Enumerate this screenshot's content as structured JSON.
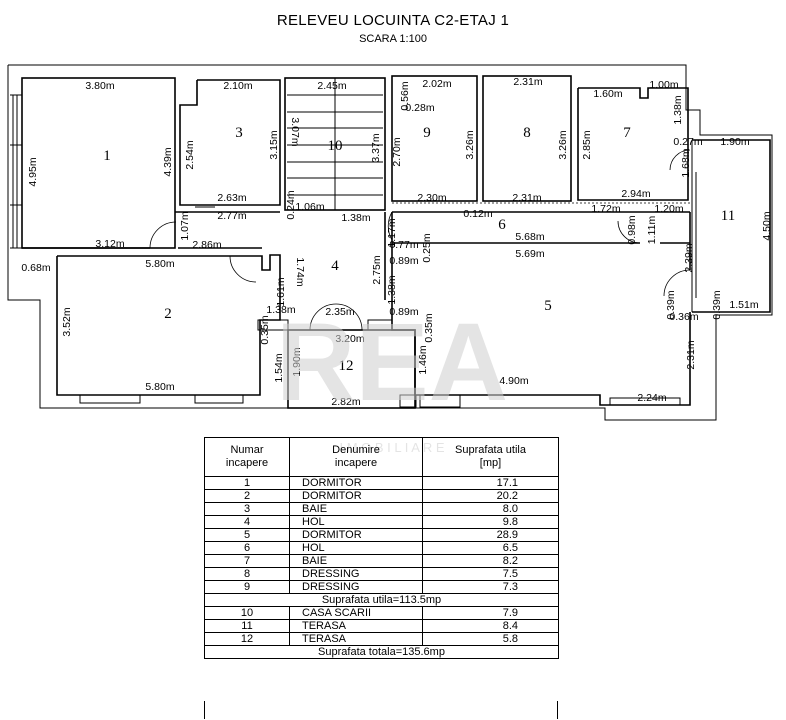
{
  "header": {
    "title": "RELEVEU LOCUINTA  C2-ETAJ 1",
    "scale": "SCARA 1:100"
  },
  "watermark": {
    "logo": "REA",
    "sub": "I M O B I L I A R E"
  },
  "rooms": [
    {
      "no": "1",
      "name": "DORMITOR",
      "area": "17.1"
    },
    {
      "no": "2",
      "name": "DORMITOR",
      "area": "20.2"
    },
    {
      "no": "3",
      "name": "BAIE",
      "area": "8.0"
    },
    {
      "no": "4",
      "name": "HOL",
      "area": "9.8"
    },
    {
      "no": "5",
      "name": "DORMITOR",
      "area": "28.9"
    },
    {
      "no": "6",
      "name": "HOL",
      "area": "6.5"
    },
    {
      "no": "7",
      "name": "BAIE",
      "area": "8.2"
    },
    {
      "no": "8",
      "name": "DRESSING",
      "area": "7.5"
    },
    {
      "no": "9",
      "name": "DRESSING",
      "area": "7.3"
    },
    {
      "no": "10",
      "name": "CASA SCARII",
      "area": "7.9"
    },
    {
      "no": "11",
      "name": "TERASA",
      "area": "8.4"
    },
    {
      "no": "12",
      "name": "TERASA",
      "area": "5.8"
    }
  ],
  "table": {
    "col1": "Numar\nincapere",
    "col2": "Denumire\nincapere",
    "col3": "Suprafata utila\n[mp]",
    "subtotal": "Suprafata utila=113.5mp",
    "total": "Suprafata totala=135.6mp"
  },
  "room_labels": {
    "r1": "1",
    "r2": "2",
    "r3": "3",
    "r4": "4",
    "r5": "5",
    "r6": "6",
    "r7": "7",
    "r8": "8",
    "r9": "9",
    "r10": "10",
    "r11": "11",
    "r12": "12"
  },
  "dimensions": {
    "d_380": "3.80m",
    "d_210": "2.10m",
    "d_245": "2.45m",
    "d_056": "0.56m",
    "d_202": "2.02m",
    "d_231a": "2.31m",
    "d_100": "1.00m",
    "d_160": "1.60m",
    "d_138a": "1.38m",
    "d_028": "0.28m",
    "d_495": "4.95m",
    "d_439": "4.39m",
    "d_254": "2.54m",
    "d_315": "3.15m",
    "d_307": "3.07m",
    "d_337": "3.37m",
    "d_270": "2.70m",
    "d_326a": "3.26m",
    "d_326b": "3.26m",
    "d_285": "2.85m",
    "d_027": "0.27m",
    "d_190a": "1.90m",
    "d_168": "1.68m",
    "d_263": "2.63m",
    "d_277": "2.77m",
    "d_024": "0.24m",
    "d_106": "1.06m",
    "d_230": "2.30m",
    "d_231b": "2.31m",
    "d_294": "2.94m",
    "d_172": "1.72m",
    "d_120": "1.20m",
    "d_107": "1.07m",
    "d_138b": "1.38m",
    "d_012": "0.12m",
    "d_117": "1.17m",
    "d_098": "0.98m",
    "d_111": "1.11m",
    "d_450": "4.50m",
    "d_312": "3.12m",
    "d_286": "2.86m",
    "d_077": "0.77m",
    "d_025": "0.25m",
    "d_568": "5.68m",
    "d_569": "5.69m",
    "d_068": "0.68m",
    "d_580a": "5.80m",
    "d_174": "1.74m",
    "d_161": "1.61m",
    "d_275": "2.75m",
    "d_089a": "0.89m",
    "d_239": "2.39m",
    "d_138c": "1.38m",
    "d_138d": "1.38m",
    "d_039a": "0.39m",
    "d_039b": "0.39m",
    "d_151": "1.51m",
    "d_036": "0.36m",
    "d_352": "3.52m",
    "d_035a": "0.35m",
    "d_235": "2.35m",
    "d_089b": "0.89m",
    "d_035b": "0.35m",
    "d_320": "3.20m",
    "d_146": "1.46m",
    "d_154": "1.54m",
    "d_190b": "1.90m",
    "d_231c": "2.31m",
    "d_490": "4.90m",
    "d_580b": "5.80m",
    "d_282": "2.82m",
    "d_224": "2.24m"
  }
}
